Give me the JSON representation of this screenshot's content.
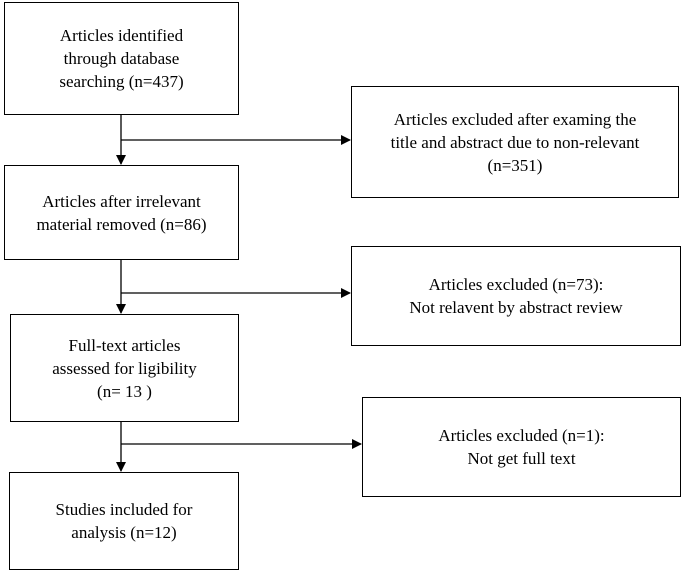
{
  "main_flow": [
    {
      "lines": [
        "Articles identified",
        "through database",
        "searching (n=437)"
      ]
    },
    {
      "lines": [
        "Articles after irrelevant",
        "material removed (n=86)"
      ]
    },
    {
      "lines": [
        "Full-text articles",
        "assessed for ligibility",
        "(n= 13 )"
      ]
    },
    {
      "lines": [
        "Studies included for",
        "analysis (n=12)"
      ]
    }
  ],
  "exclusions": [
    {
      "lines": [
        "Articles excluded after examing the",
        "title and abstract due to non-relevant",
        "(n=351)"
      ]
    },
    {
      "lines": [
        "Articles excluded (n=73):",
        "Not relavent by abstract review"
      ]
    },
    {
      "lines": [
        "Articles excluded (n=1):",
        "Not get full text"
      ]
    }
  ],
  "colors": {
    "stroke": "#000000",
    "background": "#ffffff",
    "text": "#000000"
  }
}
